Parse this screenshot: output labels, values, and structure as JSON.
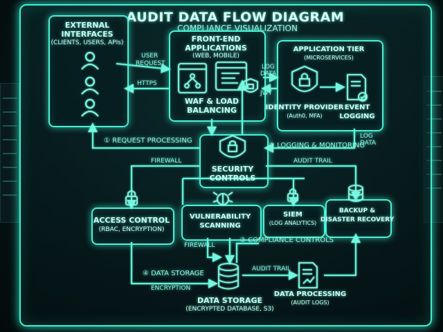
{
  "title": "AUDIT DATA FLOW DIAGRAM",
  "subtitle": "COMPLIANCE VISUALIZATION",
  "colors": {
    "accent": "#48f2d6",
    "glow": "#2de0c4",
    "background": "#061416"
  },
  "nodes": {
    "external": {
      "title_line1": "EXTERNAL",
      "title_line2": "INTERFACES",
      "subtitle": "(CLIENTS, USERS, APIs)"
    },
    "frontend": {
      "title_line1": "FRONT-END",
      "title_line2": "APPLICATIONS",
      "subtitle": "(WEB, MOBILE)",
      "waf_line1": "WAF & LOAD",
      "waf_line2": "BALANCING"
    },
    "app_tier": {
      "title": "APPLICATION TIER",
      "subtitle": "(MICROSERVICES)",
      "idp_title": "IDENTITY PROVIDER",
      "idp_sub": "(Auth0, MFA)",
      "event_line1": "EVENT",
      "event_line2": "LOGGING"
    },
    "security": {
      "line1": "SECURITY",
      "line2": "CONTROLS"
    },
    "access": {
      "title": "ACCESS CONTROL",
      "subtitle": "(RBAC, ENCRYPTION)"
    },
    "vuln": {
      "line1": "VULNERABILITY",
      "line2": "SCANNING"
    },
    "siem": {
      "title": "SIEM",
      "subtitle": "(LOG ANALYTICS)"
    },
    "backup": {
      "line1": "BACKUP &",
      "line2": "DISASTER RECOVERY"
    },
    "storage": {
      "title": "DATA STORAGE",
      "subtitle": "(ENCRYPTED DATABASE, S3)"
    },
    "processing": {
      "title": "DATA PROCESSING",
      "subtitle": "(AUDIT LOGS)"
    }
  },
  "edges": {
    "user_request_1": "USER",
    "user_request_2": "REQUEST",
    "https": "HTTPS",
    "log_data_top_1": "LOG",
    "log_data_top_2": "DATA",
    "jwt": "JWT",
    "request_processing": "① REQUEST PROCESSING",
    "logging_monitoring": "② LOGGING & MONITORING",
    "log_data_right_1": "LOG",
    "log_data_right_2": "DATA",
    "firewall_top": "FIREWALL",
    "audit_trail_top": "AUDIT TRAIL",
    "firewall_mid": "FIREWALL",
    "compliance_controls": "③ COMPLIANCE CONTROLS",
    "data_storage_flow": "④ DATA STORAGE",
    "encryption": "ENCRYPTION",
    "audit_trail_bottom": "AUDIT TRAIL"
  }
}
